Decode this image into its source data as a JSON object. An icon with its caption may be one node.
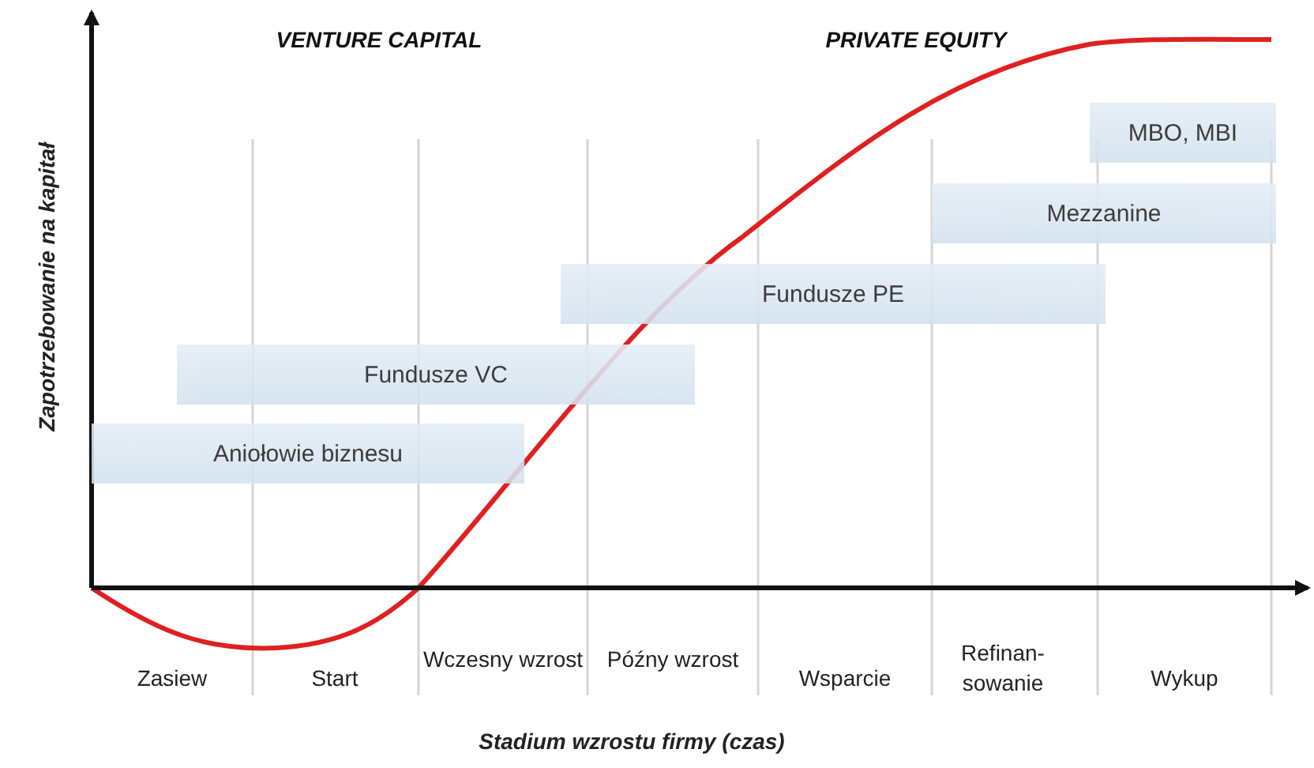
{
  "diagram": {
    "nodes": [
      {
        "text": [
          "MBO, MBI"
        ]
      },
      {
        "text": [
          "Mezzanine"
        ]
      },
      {
        "text": [
          "Fundusze PE"
        ]
      },
      {
        "text": [
          "Fundusze VC"
        ]
      },
      {
        "text": [
          "Aniołowie biznesu"
        ]
      }
    ],
    "labels": [
      "VENTURE CAPITAL",
      "PRIVATE EQUITY",
      "Zapotrzebowanie na kapitał",
      "Zasiew",
      "Start",
      "Wczesny wzrost",
      "Późny wzrost",
      "Wsparcie",
      "Refinan- sowanie",
      "Wykup",
      "Stadium wzrostu firmy (czas)"
    ]
  }
}
